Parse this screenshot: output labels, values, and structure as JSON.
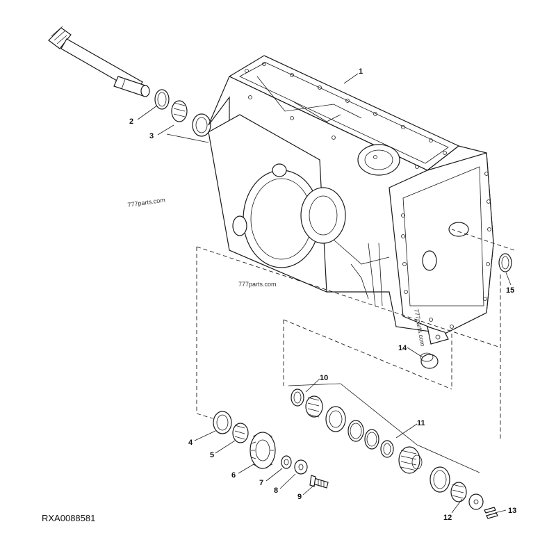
{
  "figure_code": "RXA0088581",
  "watermarks": [
    "777parts.com",
    "777parts.com",
    "777parts.com"
  ],
  "callouts": [
    "1",
    "2",
    "3",
    "4",
    "5",
    "6",
    "7",
    "8",
    "9",
    "10",
    "11",
    "12",
    "13",
    "14",
    "15"
  ]
}
